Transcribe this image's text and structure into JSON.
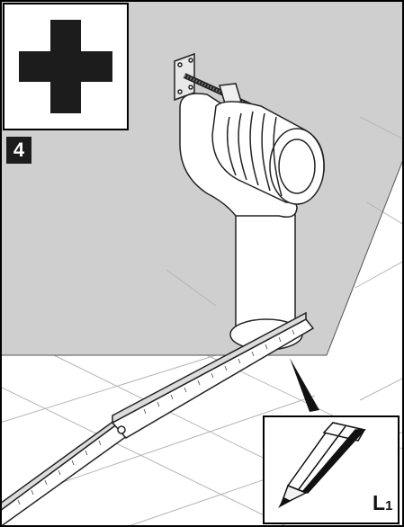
{
  "step": {
    "number": "4"
  },
  "measurement": {
    "label": "L",
    "subscript": "1"
  },
  "icons": {
    "mode": "plus-icon",
    "tool": "pencil-icon",
    "part": "wc-connection-elbow-pipe",
    "measure": "folding-ruler"
  },
  "colors": {
    "wall": "#cfcfcf",
    "floor": "#ffffff",
    "lines": "#2a2a2a",
    "badge": "#1c1c1c",
    "border": "#000000"
  }
}
